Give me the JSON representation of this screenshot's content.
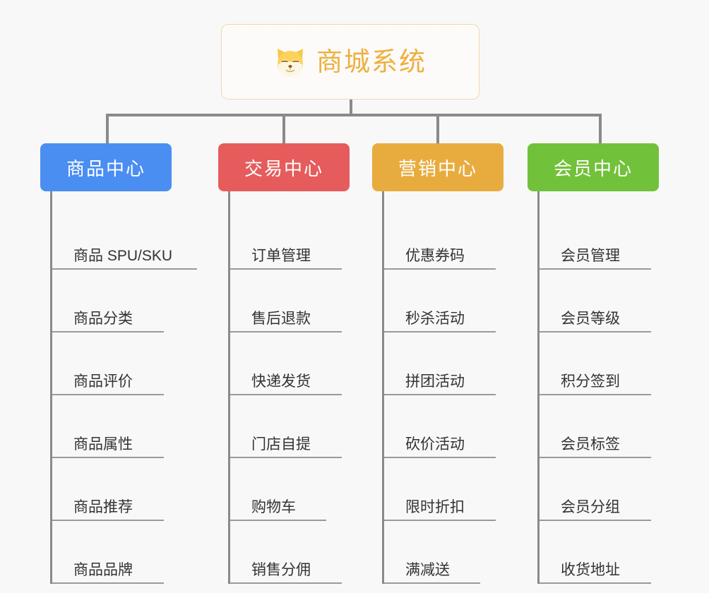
{
  "root": {
    "title": "商城系统",
    "icon": "shiba-dog-icon",
    "border_color": "#e9b457",
    "title_color": "#eeb03e"
  },
  "connector_color": "#8a8a8a",
  "background": "#f8f8f8",
  "columns": [
    {
      "id": "product-center",
      "label": "商品中心",
      "color": "#4a8ef2",
      "items": [
        {
          "label": "商品 SPU/SKU",
          "rule_width": 205
        },
        {
          "label": "商品分类",
          "rule_width": 158
        },
        {
          "label": "商品评价",
          "rule_width": 158
        },
        {
          "label": "商品属性",
          "rule_width": 158
        },
        {
          "label": "商品推荐",
          "rule_width": 158
        },
        {
          "label": "商品品牌",
          "rule_width": 158
        }
      ]
    },
    {
      "id": "trade-center",
      "label": "交易中心",
      "color": "#e65c5c",
      "items": [
        {
          "label": "订单管理",
          "rule_width": 158
        },
        {
          "label": "售后退款",
          "rule_width": 158
        },
        {
          "label": "快递发货",
          "rule_width": 158
        },
        {
          "label": "门店自提",
          "rule_width": 158
        },
        {
          "label": "购物车",
          "rule_width": 136
        },
        {
          "label": "销售分佣",
          "rule_width": 158
        }
      ]
    },
    {
      "id": "marketing-center",
      "label": "营销中心",
      "color": "#e8ac3e",
      "items": [
        {
          "label": "优惠券码",
          "rule_width": 158
        },
        {
          "label": "秒杀活动",
          "rule_width": 158
        },
        {
          "label": "拼团活动",
          "rule_width": 158
        },
        {
          "label": "砍价活动",
          "rule_width": 158
        },
        {
          "label": "限时折扣",
          "rule_width": 158
        },
        {
          "label": "满减送",
          "rule_width": 136
        }
      ]
    },
    {
      "id": "member-center",
      "label": "会员中心",
      "color": "#72c13b",
      "items": [
        {
          "label": "会员管理",
          "rule_width": 158
        },
        {
          "label": "会员等级",
          "rule_width": 158
        },
        {
          "label": "积分签到",
          "rule_width": 158
        },
        {
          "label": "会员标签",
          "rule_width": 158
        },
        {
          "label": "会员分组",
          "rule_width": 158
        },
        {
          "label": "收货地址",
          "rule_width": 158
        }
      ]
    }
  ]
}
